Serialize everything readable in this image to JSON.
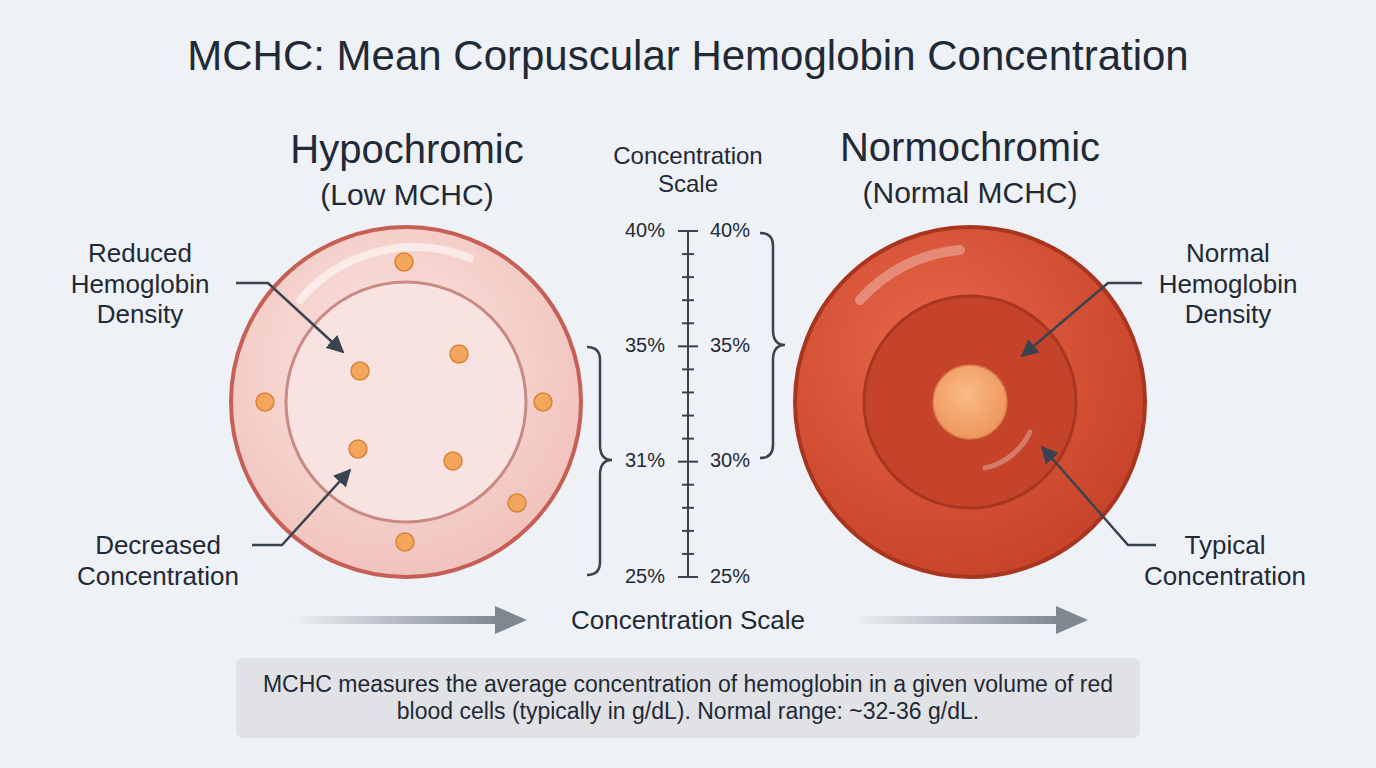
{
  "diagram": {
    "title": "MCHC: Mean Corpuscular Hemoglobin Concentration",
    "caption": "MCHC measures the average concentration of hemoglobin in a given volume of red blood cells (typically in g/dL). Normal range: ~32-36 g/dL.",
    "labels": [
      "Hypochromic",
      "(Low MCHC)",
      "Concentration Scale",
      "Normochromic",
      "(Normal MCHC)",
      "Reduced Hemoglobin Density",
      "40%",
      "40%",
      "35%",
      "35%",
      "31%",
      "30%",
      "25%",
      "25%",
      "Decreased Concentration",
      "Normal Hemoglobin Density",
      "Typical Concentration",
      "Concentration Scale"
    ]
  }
}
